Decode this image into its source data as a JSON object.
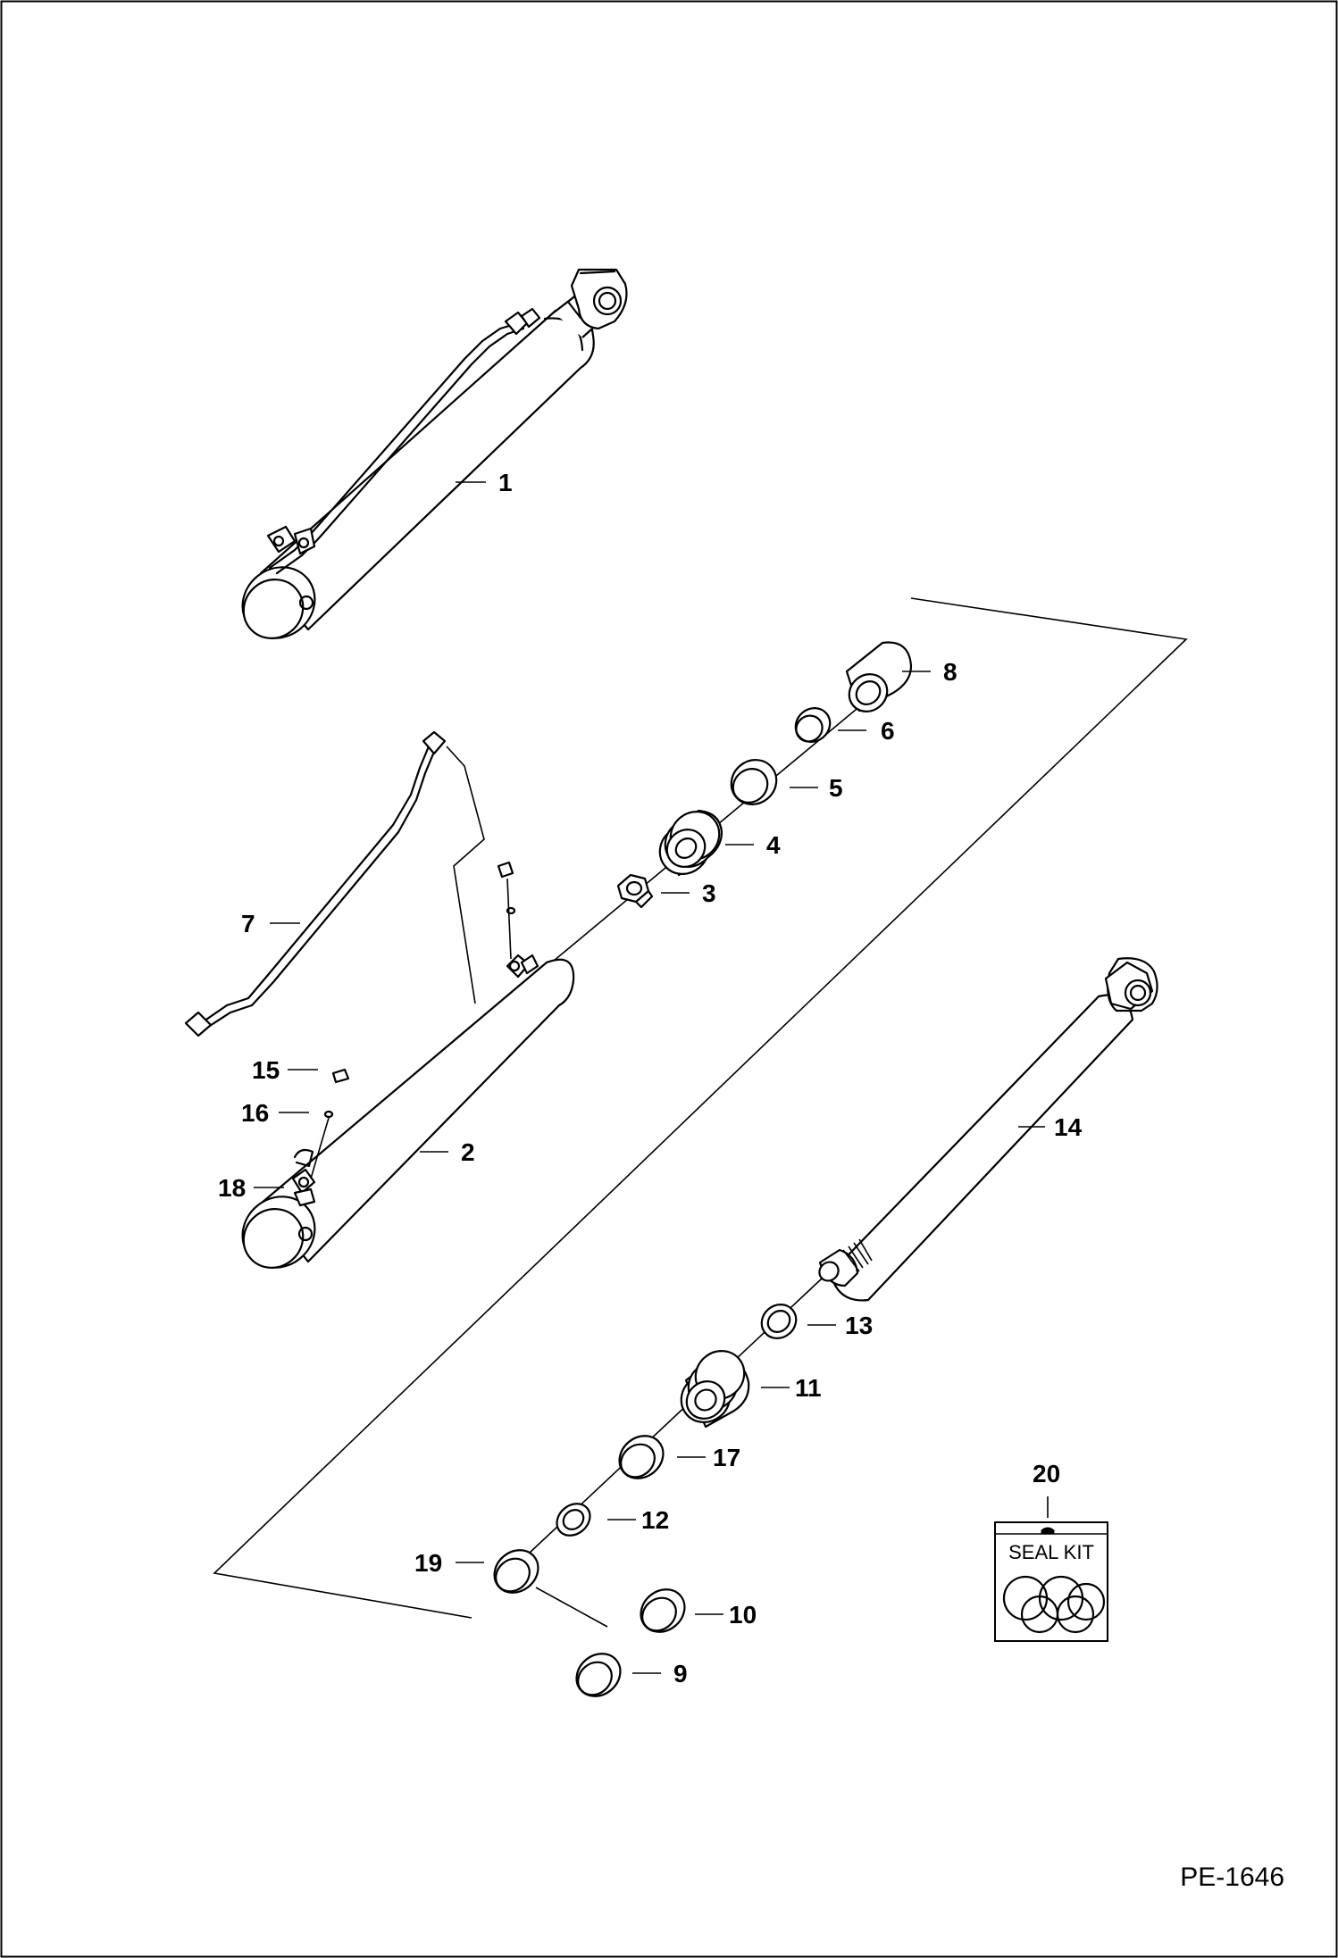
{
  "drawing_ref": "PE-1646",
  "seal_kit_text": "SEAL KIT",
  "callouts": [
    {
      "id": "1",
      "label": "1"
    },
    {
      "id": "2",
      "label": "2"
    },
    {
      "id": "3",
      "label": "3"
    },
    {
      "id": "4",
      "label": "4"
    },
    {
      "id": "5",
      "label": "5"
    },
    {
      "id": "6",
      "label": "6"
    },
    {
      "id": "7",
      "label": "7"
    },
    {
      "id": "8",
      "label": "8"
    },
    {
      "id": "9",
      "label": "9"
    },
    {
      "id": "10",
      "label": "10"
    },
    {
      "id": "11",
      "label": "11"
    },
    {
      "id": "12",
      "label": "12"
    },
    {
      "id": "13",
      "label": "13"
    },
    {
      "id": "14",
      "label": "14"
    },
    {
      "id": "15",
      "label": "15"
    },
    {
      "id": "16",
      "label": "16"
    },
    {
      "id": "17",
      "label": "17"
    },
    {
      "id": "18",
      "label": "18"
    },
    {
      "id": "19",
      "label": "19"
    },
    {
      "id": "20",
      "label": "20"
    }
  ]
}
